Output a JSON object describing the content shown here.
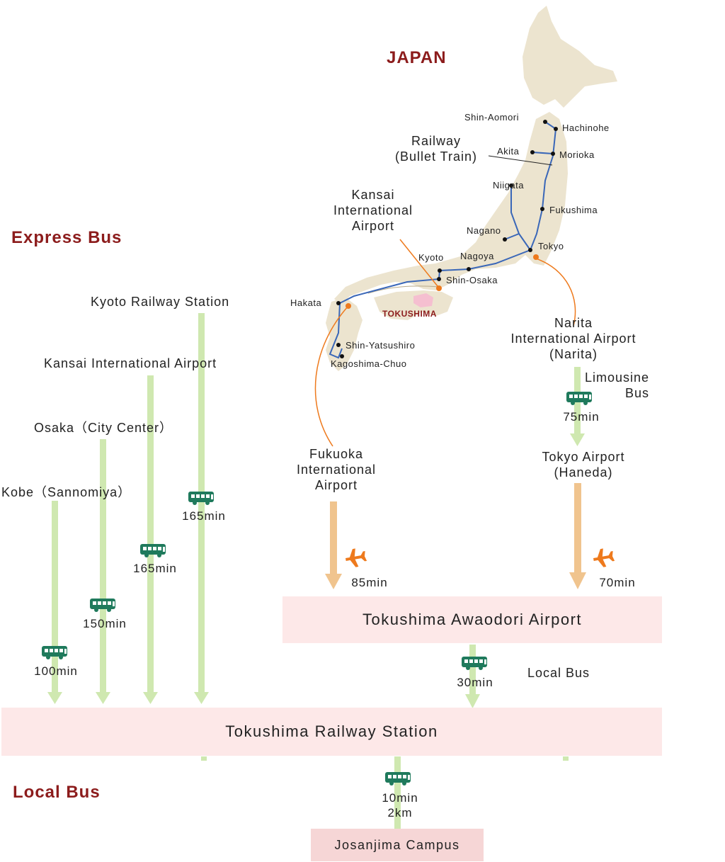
{
  "map_title": "JAPAN",
  "sections": {
    "express_bus": "Express Bus",
    "local_bus": "Local Bus"
  },
  "railway_label": [
    "Railway",
    "(Bullet Train)"
  ],
  "kansai_airport_label": [
    "Kansai",
    "International",
    "Airport"
  ],
  "narita_label": [
    "Narita",
    "International Airport",
    "(Narita)"
  ],
  "fukuoka_label": [
    "Fukuoka",
    "International",
    "Airport"
  ],
  "haneda_label": [
    "Tokyo Airport",
    "(Haneda)"
  ],
  "limousine_label": [
    "Limousine",
    "Bus"
  ],
  "tokushima_label": "TOKUSHIMA",
  "stations": {
    "shin_aomori": "Shin-Aomori",
    "hachinohe": "Hachinohe",
    "akita": "Akita",
    "morioka": "Morioka",
    "niigata": "Niigata",
    "fukushima": "Fukushima",
    "nagano": "Nagano",
    "tokyo": "Tokyo",
    "kyoto": "Kyoto",
    "nagoya": "Nagoya",
    "shin_osaka": "Shin-Osaka",
    "hakata": "Hakata",
    "shin_yatsushiro": "Shin-Yatsushiro",
    "kagoshima_chuo": "Kagoshima-Chuo"
  },
  "origins": {
    "kyoto": "Kyoto Railway Station",
    "kansai": "Kansai International Airport",
    "osaka": "Osaka（City Center）",
    "kobe": "Kobe（Sannomiya）"
  },
  "times": {
    "kyoto": "165min",
    "kansai": "165min",
    "osaka": "150min",
    "kobe": "100min",
    "limousine": "75min",
    "fukuoka_flight": "85min",
    "haneda_flight": "70min",
    "airport_bus": "30min",
    "campus_bus": [
      "10min",
      "2km"
    ]
  },
  "local_bus_label": "Local Bus",
  "destinations": {
    "airport": "Tokushima Awaodori Airport",
    "station": "Tokushima Railway Station",
    "campus": "Josanjima Campus"
  },
  "colors": {
    "accent_red": "#8c1c1c",
    "bus_green": "#1f7a5c",
    "bus_arrow": "#cfe8b0",
    "flight_arrow": "#f0c48e",
    "plane_orange": "#ee7a1d",
    "rail_blue": "#3a67b8",
    "land": "#ece4cf",
    "tokushima_pink": "#f5bfd0",
    "box_pink": "#fde8e8"
  }
}
